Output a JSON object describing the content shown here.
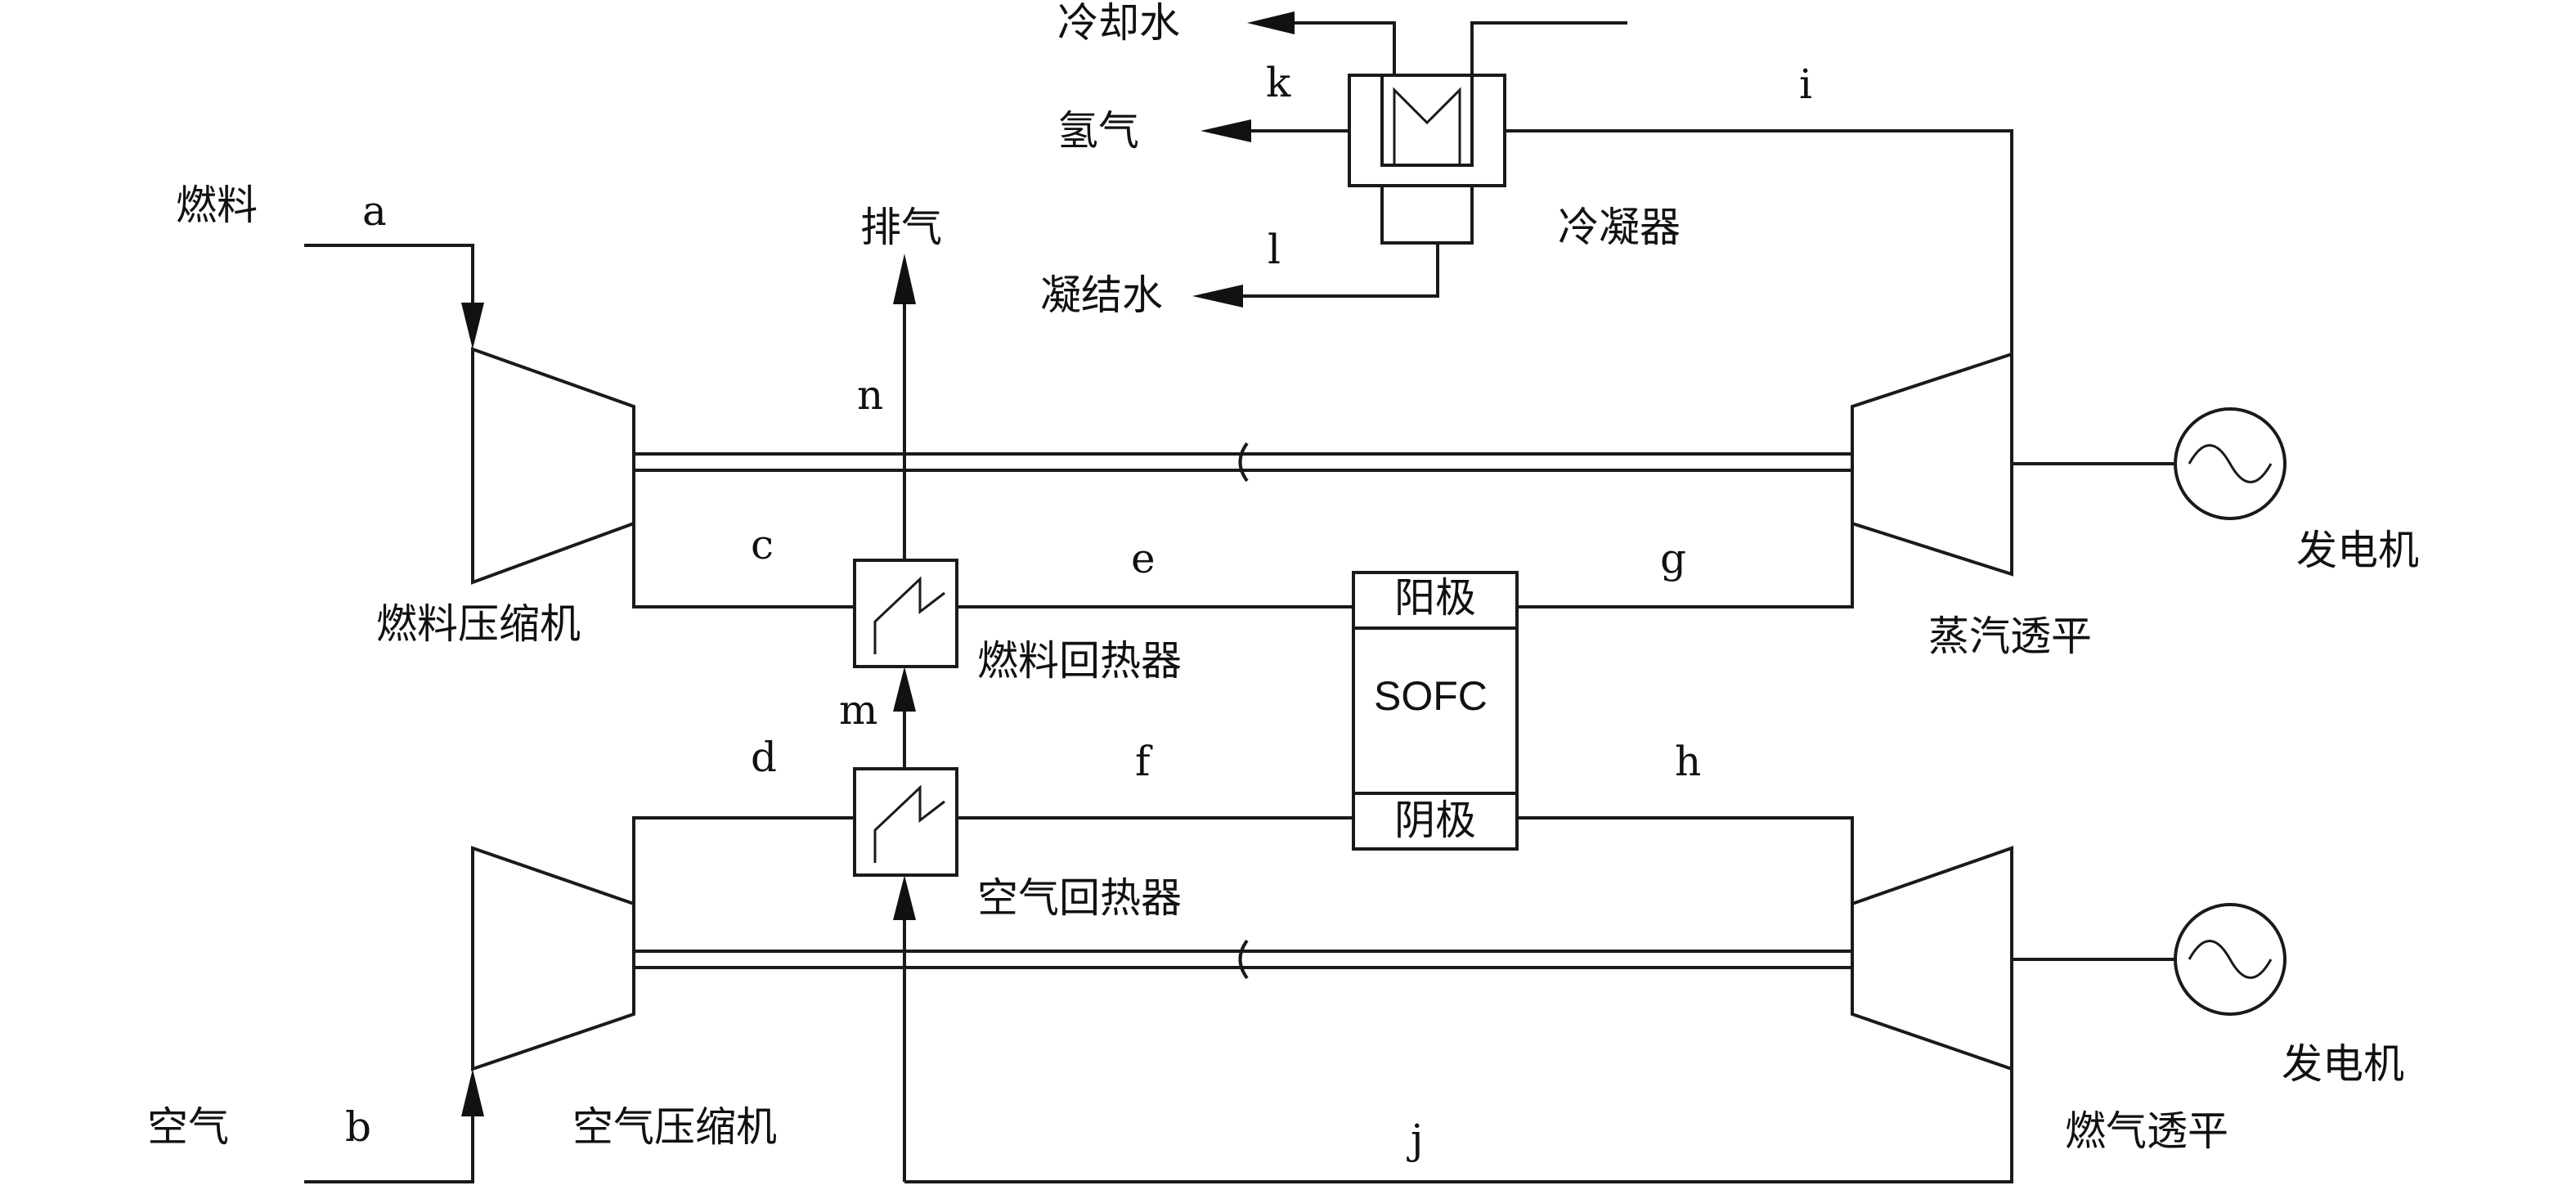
{
  "labels": {
    "fuel": "燃料",
    "air": "空气",
    "exhaust": "排气",
    "cooling_water": "冷却水",
    "hydrogen": "氢气",
    "condensate": "凝结水",
    "condenser": "冷凝器",
    "fuel_compressor": "燃料压缩机",
    "air_compressor": "空气压缩机",
    "fuel_recuperator": "燃料回热器",
    "air_recuperator": "空气回热器",
    "anode": "阳极",
    "sofc": "SOFC",
    "cathode": "阴极",
    "steam_turbine": "蒸汽透平",
    "gas_turbine": "燃气透平",
    "generator_top": "发电机",
    "generator_bottom": "发电机"
  },
  "streams": {
    "a": "a",
    "b": "b",
    "c": "c",
    "d": "d",
    "e": "e",
    "f": "f",
    "g": "g",
    "h": "h",
    "i": "i",
    "j": "j",
    "k": "k",
    "l": "l",
    "m": "m",
    "n": "n"
  }
}
